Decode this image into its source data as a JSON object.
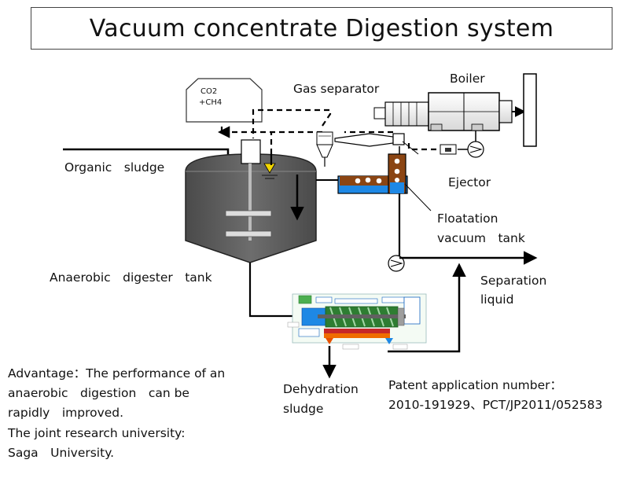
{
  "title": "Vacuum concentrate Digestion system",
  "labels": {
    "gas_separator": "Gas separator",
    "boiler": "Boiler",
    "co2": "CO2",
    "ch4": "+CH4",
    "organic_sludge": "Organic　sludge",
    "ejector": "Ejector",
    "floatation_line1": "Floatation",
    "floatation_line2": "vacuum　tank",
    "anaerobic_tank": "Anaerobic　digester　tank",
    "separation_line1": "Separation",
    "separation_line2": "liquid",
    "dehydration_line1": "Dehydration",
    "dehydration_line2": "sludge"
  },
  "footnotes": {
    "advantage_line1": "Advantage：The performance of an",
    "advantage_line2": "anaerobic　digestion　can be",
    "advantage_line3": "rapidly　improved.",
    "university_line1": "The joint research university:",
    "university_line2": "Saga　University.",
    "patent_line1": "Patent application number：",
    "patent_line2": "2010-191929、PCT/JP2011/052583"
  },
  "colors": {
    "water_blue": "#1e88e5",
    "sludge_brown": "#8b4513",
    "level_marker": "#f2d600",
    "tank_fill": "#5a5a5a"
  }
}
